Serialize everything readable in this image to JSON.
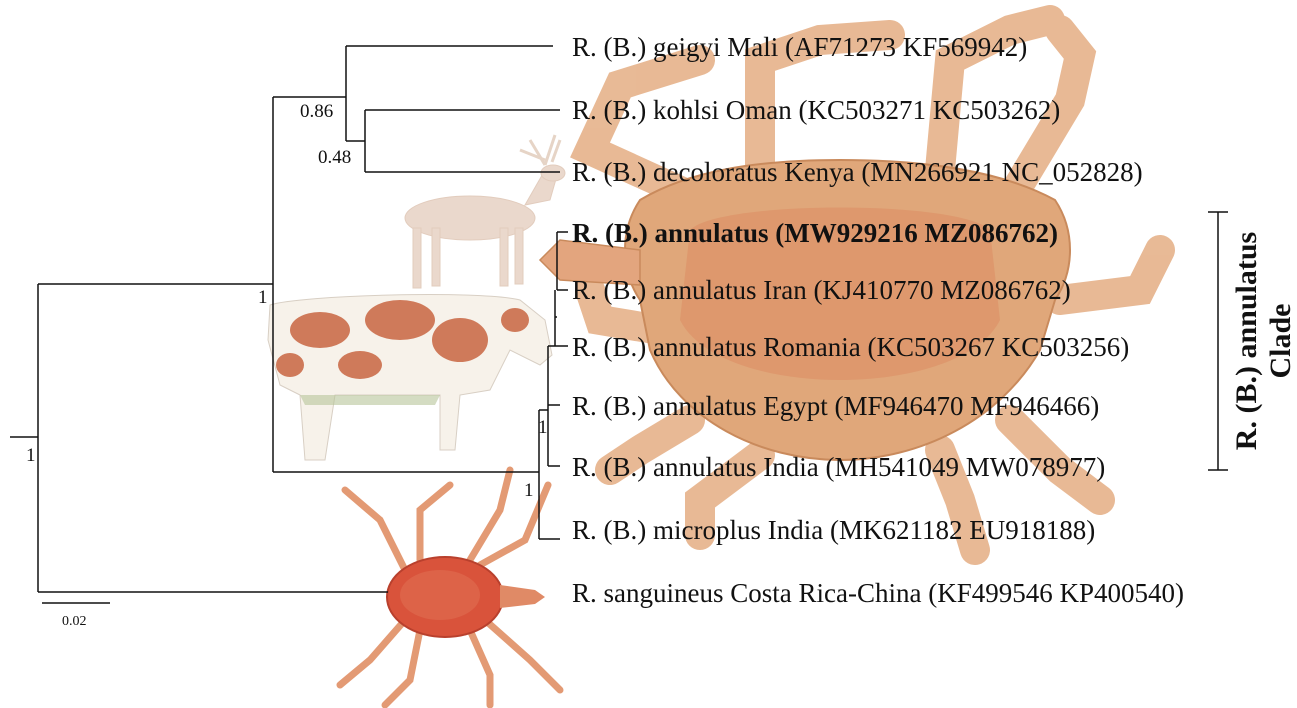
{
  "tree": {
    "taxa": [
      "R. (B.) geigyi Mali (AF71273 KF569942)",
      "R. (B.) kohlsi Oman (KC503271 KC503262)",
      "R. (B.) decoloratus Kenya (MN266921 NC_052828)",
      "R. (B.) annulatus (MW929216 MZ086762)",
      "R. (B.) annulatus Iran (KJ410770 MZ086762)",
      "R. (B.) annulatus Romania (KC503267 KC503256)",
      "R. (B.) annulatus Egypt (MF946470 MF946466)",
      "R. (B.) annulatus India (MH541049 MW078977)",
      "R. (B.) microplus India (MK621182 EU918188)",
      "R. sanguineus Costa Rica-China (KF499546 KP400540)"
    ],
    "highlighted_taxon": "R. (B.) annulatus (MW929216 MZ086762)",
    "support_values": {
      "root": "1",
      "boophilus": "1",
      "geigyi_group": "0.86",
      "kohlsi_decoloratus": "0.48",
      "annulatus_microplus": "1",
      "annulatus_group": "1"
    },
    "scale_bar": "0.02",
    "clade_label_line1": "R. (B.) annulatus",
    "clade_label_line2": "Clade"
  },
  "illustrations": {
    "large_tick": "tick-illustration",
    "small_tick": "tick-illustration",
    "deer": "deer-illustration",
    "cow": "cow-illustration"
  },
  "colors": {
    "large_tick": "#e0a77a",
    "small_tick": "#d9533b",
    "cow_patch": "#cf7a5a",
    "deer": "#ead8cc"
  }
}
